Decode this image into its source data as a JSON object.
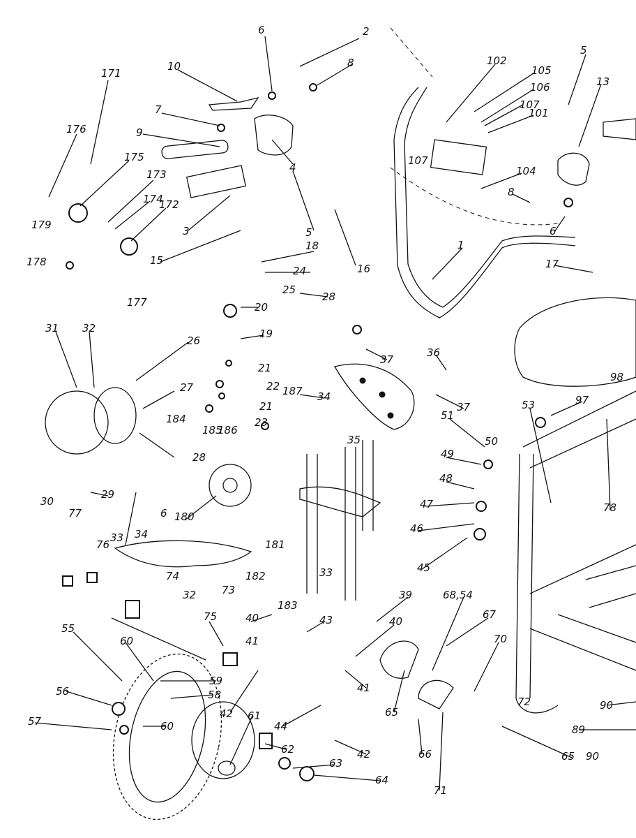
{
  "diagram": {
    "type": "exploded parts diagram",
    "part_labels": [
      "6",
      "2",
      "8",
      "10",
      "171",
      "7",
      "9",
      "4",
      "176",
      "175",
      "173",
      "174",
      "172",
      "3",
      "5",
      "18",
      "15",
      "16",
      "179",
      "178",
      "177",
      "24",
      "25",
      "28",
      "20",
      "19",
      "31",
      "32",
      "26",
      "21",
      "22",
      "21",
      "23",
      "187",
      "27",
      "34",
      "37",
      "36",
      "37",
      "51",
      "50",
      "49",
      "48",
      "47",
      "46",
      "45",
      "35",
      "184",
      "185",
      "186",
      "28",
      "29",
      "30",
      "180",
      "181",
      "77",
      "76",
      "33",
      "34",
      "6",
      "32",
      "74",
      "182",
      "73",
      "33",
      "183",
      "75",
      "40",
      "43",
      "41",
      "39",
      "40",
      "68,54",
      "67",
      "70",
      "60",
      "55",
      "59",
      "58",
      "56",
      "57",
      "60",
      "61",
      "42",
      "44",
      "41",
      "42",
      "65",
      "62",
      "63",
      "64",
      "66",
      "71",
      "72",
      "65",
      "90",
      "89",
      "90",
      "102",
      "105",
      "106",
      "107",
      "101",
      "107",
      "104",
      "8",
      "5",
      "13",
      "6",
      "1",
      "17",
      "53",
      "97",
      "98",
      "78"
    ]
  }
}
